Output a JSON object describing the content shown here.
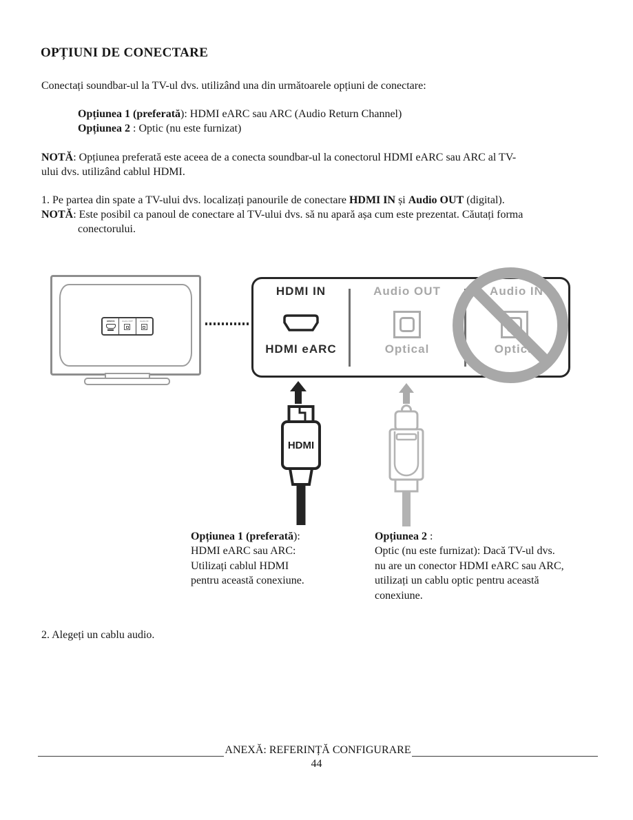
{
  "page": {
    "title": "OPȚIUNI DE CONECTARE",
    "intro": "Conectați soundbar-ul la TV-ul dvs. utilizând una din următoarele opțiuni de conectare:",
    "options": [
      {
        "bold": "Opțiunea 1 (preferată",
        "rest": "): HDMI eARC sau ARC (Audio Return Channel)"
      },
      {
        "bold": "Opțiunea 2",
        "rest": " : Optic (nu este furnizat)"
      }
    ],
    "note1": {
      "bold": "NOTĂ",
      "line1_rest": ": Opțiunea preferată este aceea de a conecta soundbar-ul la conectorul HDMI eARC sau ARC al TV-",
      "line2": "ului dvs. utilizând cablul HDMI."
    },
    "step1": {
      "pre": "1. Pe partea din spate a TV-ului dvs. localizați panourile de conectare ",
      "bold1": "HDMI IN",
      "mid": " și ",
      "bold2": "Audio OUT",
      "post": " (digital)."
    },
    "note2": {
      "bold": "NOTĂ",
      "line1_rest": ": Este posibil ca panoul de conectare al TV-ului dvs. să nu apară așa cum este prezentat. Căutați forma",
      "line2": "conectorului."
    },
    "step2": "2. Alegeți un cablu audio.",
    "footer": {
      "label": "ANEXĂ: REFERINȚĂ CONFIGURARE",
      "page_number": "44"
    }
  },
  "diagram": {
    "tv_mini_labels": [
      "HDMI IN",
      "Audio OUT",
      "Audio IN"
    ],
    "panel": {
      "hdmi_section": {
        "title": "HDMI IN",
        "subtitle": "HDMI eARC"
      },
      "audio_out_section": {
        "title": "Audio OUT",
        "subtitle": "Optical"
      },
      "audio_in_section": {
        "title": "Audio IN",
        "subtitle": "Optical"
      }
    },
    "hdmi_plug_label": "HDMI",
    "colors": {
      "dark": "#242424",
      "gray_label": "#a8a8a8",
      "prohibition": "#a8a8a8",
      "optical_gray": "#b3b3b3"
    }
  },
  "captions": {
    "option1": {
      "bold": "Opțiunea 1 (preferată",
      "line1_rest": "):",
      "lines": [
        "HDMI eARC sau ARC:",
        "Utilizați cablul HDMI",
        "pentru această conexiune."
      ]
    },
    "option2": {
      "bold": "Opțiunea 2",
      "line1_rest": " :",
      "lines": [
        "Optic (nu este furnizat): Dacă TV-ul dvs.",
        "nu are un conector HDMI eARC sau ARC,",
        "utilizați un cablu optic pentru această",
        "conexiune."
      ]
    }
  }
}
